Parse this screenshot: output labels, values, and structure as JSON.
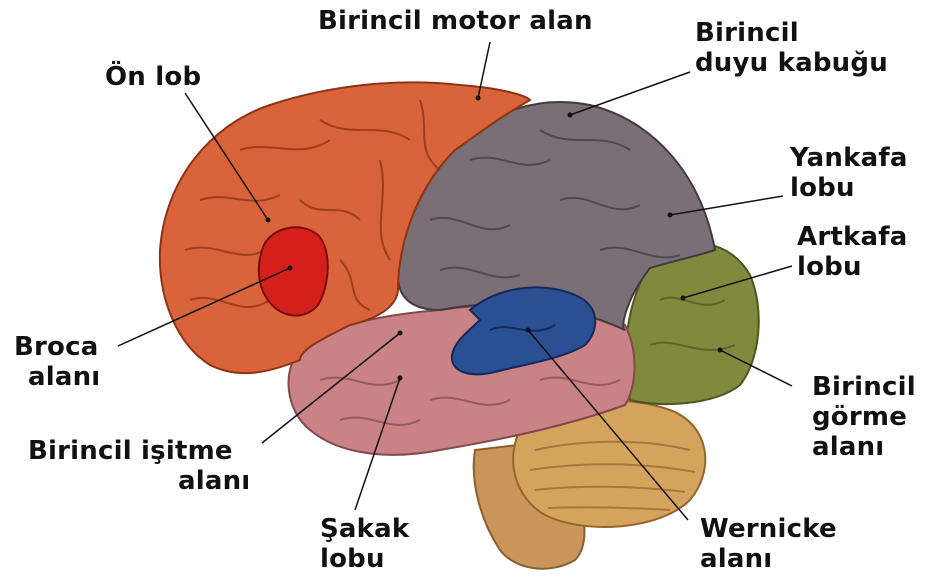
{
  "labels": {
    "birincil_motor_alan": "Birincil motor alan",
    "birincil_duyu_kabugu": [
      "Birincil",
      "duyu kabuğu"
    ],
    "on_lob": "Ön lob",
    "yankafa_lobu": [
      "Yankafa",
      "lobu"
    ],
    "artkafa_lobu": [
      "Artkafa",
      "lobu"
    ],
    "broca_alani": [
      "Broca",
      "alanı"
    ],
    "birincil_gorme_alani": [
      "Birincil",
      "görme",
      "alanı"
    ],
    "birincil_isitme_alani": [
      "Birincil işitme",
      "alanı"
    ],
    "sakak_lobu": [
      "Şakak",
      "lobu"
    ],
    "wernicke_alani": [
      "Wernicke",
      "alanı"
    ]
  },
  "colors": {
    "frontal": "#d9633a",
    "broca": "#d41f1a",
    "parietal": "#7a6f76",
    "occipital": "#7f8a3e",
    "temporal": "#c98286",
    "wernicke": "#2a4f93",
    "cerebellum": "#d4a45e",
    "brainstem": "#c9955a"
  }
}
